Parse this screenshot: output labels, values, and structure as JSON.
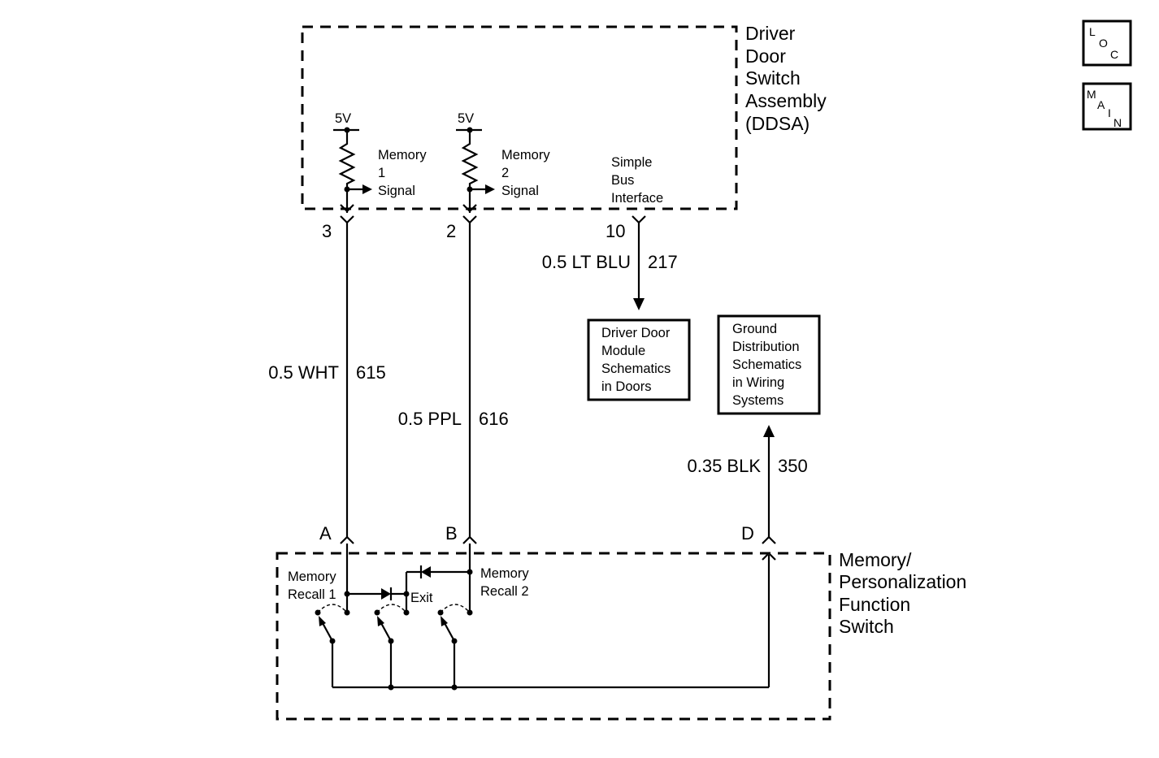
{
  "ddsa": {
    "title_lines": [
      "Driver",
      "Door",
      "Switch",
      "Assembly",
      "(DDSA)"
    ],
    "voltage_1": "5V",
    "voltage_2": "5V",
    "mem1_lines": [
      "Memory",
      "1",
      "Signal"
    ],
    "mem2_lines": [
      "Memory",
      "2",
      "Signal"
    ],
    "bus_lines": [
      "Simple",
      "Bus",
      "Interface"
    ],
    "pin_3": "3",
    "pin_2": "2",
    "pin_10": "10"
  },
  "wires": {
    "w615_color": "0.5 WHT",
    "w615_circuit": "615",
    "w616_color": "0.5 PPL",
    "w616_circuit": "616",
    "w217_color": "0.5 LT BLU",
    "w217_circuit": "217",
    "w350_color": "0.35 BLK",
    "w350_circuit": "350"
  },
  "references": {
    "driver_door_lines": [
      "Driver Door",
      "Module",
      "Schematics",
      "in Doors"
    ],
    "ground_lines": [
      "Ground",
      "Distribution",
      "Schematics",
      "in Wiring",
      "Systems"
    ]
  },
  "mpfs": {
    "title_lines": [
      "Memory/",
      "Personalization",
      "Function",
      "Switch"
    ],
    "pin_a": "A",
    "pin_b": "B",
    "pin_d": "D",
    "recall1_lines": [
      "Memory",
      "Recall 1"
    ],
    "recall2_lines": [
      "Memory",
      "Recall 2"
    ],
    "exit": "Exit"
  },
  "nav": {
    "loc_letters": [
      "L",
      "O",
      "C"
    ],
    "main_letters": [
      "M",
      "A",
      "I",
      "N"
    ]
  }
}
